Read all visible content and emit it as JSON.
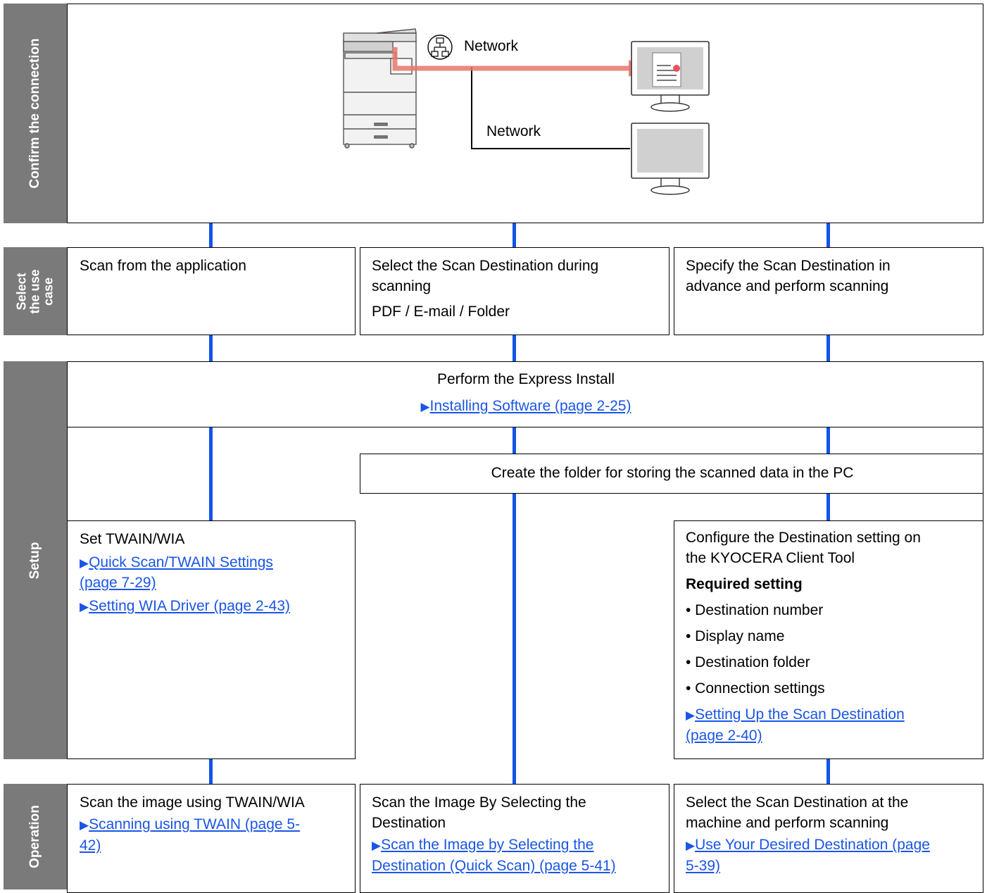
{
  "bands": {
    "confirm": "Confirm the connection",
    "select": [
      "Select",
      "the use",
      "case"
    ],
    "setup": "Setup",
    "operation": "Operation"
  },
  "connection": {
    "network_label_1": "Network",
    "network_label_2": "Network"
  },
  "use_cases": {
    "app": "Scan from the application",
    "select_dest_line1": "Select the Scan Destination during",
    "select_dest_line2": "scanning",
    "select_dest_sub": "PDF / E-mail / Folder",
    "specify_line1": "Specify the Scan Destination in",
    "specify_line2": "advance and perform scanning"
  },
  "setup": {
    "express_title": "Perform the Express Install",
    "express_link": "Installing Software (page 2-25)",
    "folder_title": "Create the folder for storing the scanned data in the PC",
    "twain_title": "Set TWAIN/WIA",
    "twain_link1_a": "Quick Scan/TWAIN Settings ",
    "twain_link1_b": "(page 7-29)",
    "twain_link2": "Setting WIA Driver (page 2-43)",
    "dest_title_1": "Configure the Destination setting on",
    "dest_title_2": "the KYOCERA Client Tool",
    "required": "Required setting",
    "items": [
      "• Destination number",
      "• Display name",
      "• Destination folder",
      "• Connection settings"
    ],
    "dest_link_a": "Setting Up the Scan Destination ",
    "dest_link_b": "(page 2-40)"
  },
  "operation": {
    "twain_title": "Scan the image using TWAIN/WIA",
    "twain_link_a": "Scanning using TWAIN (page 5-",
    "twain_link_b": "42)",
    "select_title_1": "Scan the Image By Selecting the",
    "select_title_2": "Destination",
    "select_link_a": "Scan the Image by Selecting the ",
    "select_link_b": "Destination (Quick Scan) (page 5-41)",
    "machine_title_1": "Select the Scan Destination at the",
    "machine_title_2": "machine and perform scanning",
    "machine_link_a": "Use Your Desired Destination (page ",
    "machine_link_b": "5-39)"
  },
  "colors": {
    "band": "#7a7a7a",
    "connector": "#1155e6",
    "link": "#1a55e6",
    "arrow": "#e8766a"
  }
}
